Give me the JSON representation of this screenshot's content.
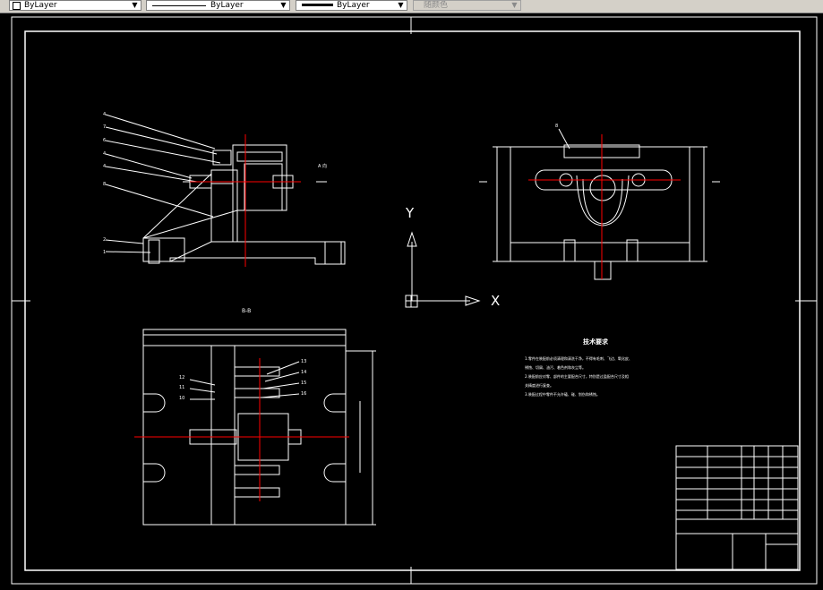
{
  "toolbar": {
    "layer_combo": "ByLayer",
    "linetype_combo": "ByLayer",
    "lineweight_combo": "ByLayer",
    "plotstyle_combo": "随颜色"
  },
  "drawing": {
    "view_label_top_right": "A 向",
    "view_label_bottom": "B-B",
    "tech_req_title": "技术要求",
    "tech_req_lines": [
      "1.零件在装配前必须清理和清洗干净，不得有毛刺、飞边、氧化皮、",
      "锈蚀、切屑、油污、着色剂和灰尘等。",
      "2.装配前应对零、部件的主要配合尺寸，特别是过盈配合尺寸及相",
      "关精度进行复查。",
      "3.装配过程中零件不允许磕、碰、划伤和锈蚀。"
    ]
  },
  "ucs": {
    "x_label": "X",
    "y_label": "Y"
  },
  "colors": {
    "background": "#000000",
    "geometry": "#ffffff",
    "centerline": "#ff0000",
    "toolbar": "#d4d0c8"
  }
}
